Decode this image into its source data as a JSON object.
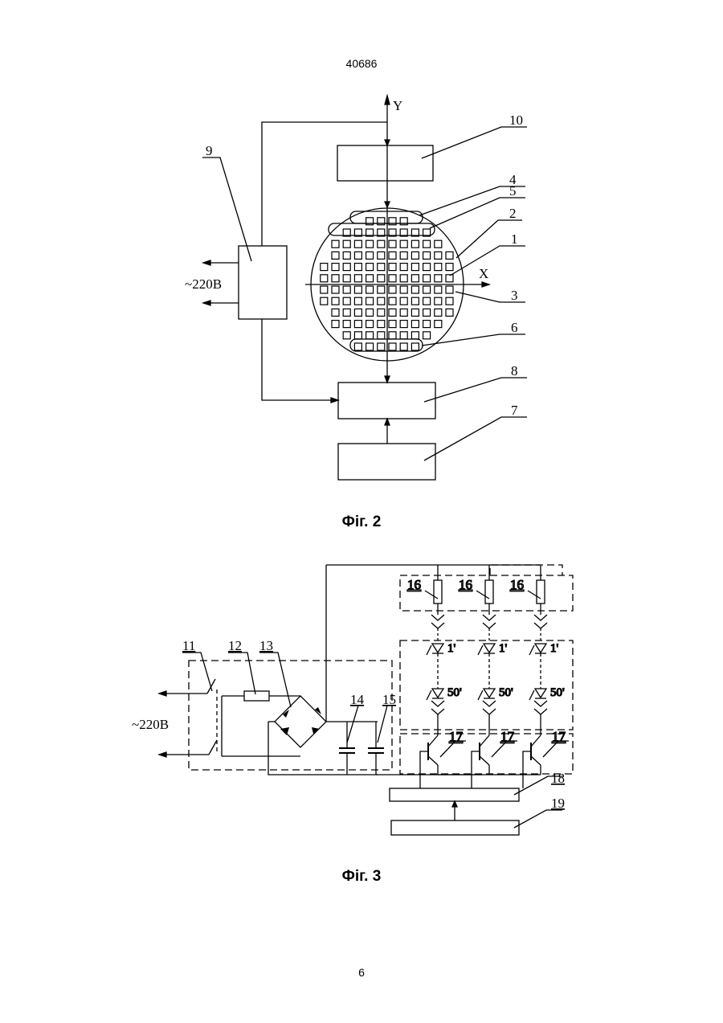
{
  "page": {
    "doc_number": "40686",
    "page_number": "6"
  },
  "fig2": {
    "caption": "Фіг. 2",
    "axis_y": "Y",
    "axis_x": "X",
    "supply": "~220В",
    "labels": {
      "l10": "10",
      "l4": "4",
      "l5": "5",
      "l2": "2",
      "l1": "1",
      "l3": "3",
      "l6": "6",
      "l8": "8",
      "l7": "7",
      "l9": "9"
    }
  },
  "fig3": {
    "caption": "Фіг. 3",
    "supply": "~220В",
    "labels": {
      "l11": "11",
      "l12": "12",
      "l13": "13",
      "l14": "14",
      "l15": "15",
      "l16": "16",
      "l17": "17",
      "l18": "18",
      "l19": "19"
    },
    "led_first": "1'",
    "led_last": "50'"
  }
}
